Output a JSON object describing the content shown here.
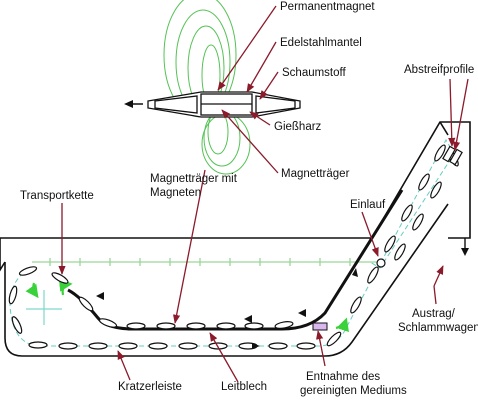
{
  "labels": {
    "permanentmagnet": "Permanentmagnet",
    "edelstahlmantel": "Edelstahlmantel",
    "schaumstoff": "Schaumstoff",
    "giessharz": "Gießharz",
    "magnettraeger": "Magnetträger",
    "abstreifprofile": "Abstreifprofile",
    "transportkette": "Transportkette",
    "magnettraeger_mit_magneten_1": "Magnetträger mit",
    "magnettraeger_mit_magneten_2": "Magneten",
    "einlauf": "Einlauf",
    "austrag_1": "Austrag/",
    "austrag_2": "Schlammwagen",
    "kratzerleiste": "Kratzerleiste",
    "leitblech": "Leitblech",
    "entnahme_1": "Entnahme des",
    "entnahme_2": "gereinigten Mediums"
  },
  "colors": {
    "line": "#111111",
    "callout": "#8b1a2b",
    "field_lines": "#55c255",
    "flow_arrow": "#3ad23a",
    "liquid_line": "#9ad79a",
    "crosshair": "#7fd7c9",
    "chain": "#66ccc0"
  }
}
